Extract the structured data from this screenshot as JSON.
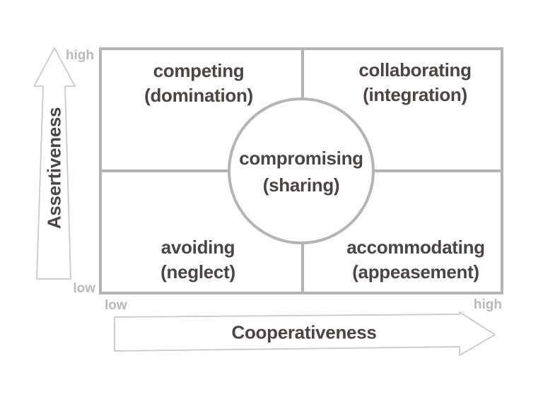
{
  "diagram": {
    "type": "conflict-management-styles-matrix",
    "quadrants": [
      {
        "label": "competing",
        "sub": "(domination)",
        "position": "top-left"
      },
      {
        "label": "collaborating",
        "sub": "(integration)",
        "position": "top-right"
      },
      {
        "label": "avoiding",
        "sub": "(neglect)",
        "position": "bottom-left"
      },
      {
        "label": "accommodating",
        "sub": "(appeasement)",
        "position": "bottom-right"
      }
    ],
    "center": {
      "label": "compromising",
      "sub": "(sharing)"
    },
    "y_axis": {
      "label": "Assertiveness",
      "low": "low",
      "high": "high"
    },
    "x_axis": {
      "label": "Cooperativeness",
      "low": "low",
      "high": "high"
    },
    "colors": {
      "grid_line": "#b4b4b4",
      "label_text": "#4a4543",
      "tick_text": "#b9b9b9",
      "arrow_outline": "#c9c9c9",
      "background": "#ffffff"
    }
  }
}
